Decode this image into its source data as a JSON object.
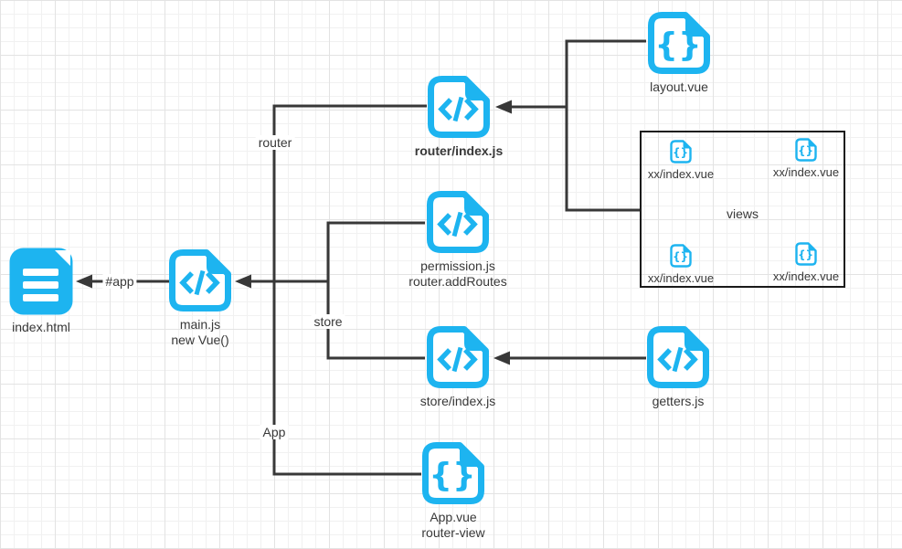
{
  "colors": {
    "accent": "#1db4f0",
    "wire": "#383838",
    "views_border": "#1a1a1a",
    "text": "#383838",
    "canvas_bg": "#ffffff"
  },
  "nodes": {
    "index_html": {
      "label": "index.html",
      "icon": "html-file-icon"
    },
    "main_js": {
      "line1": "main.js",
      "line2": "new Vue()",
      "icon": "code-file-icon"
    },
    "router_index": {
      "label": "router/index.js",
      "icon": "code-file-icon"
    },
    "layout_vue": {
      "label": "layout.vue",
      "icon": "vue-file-icon"
    },
    "permission": {
      "line1": "permission.js",
      "line2": "router.addRoutes",
      "icon": "code-file-icon"
    },
    "store_index": {
      "label": "store/index.js",
      "icon": "code-file-icon"
    },
    "getters": {
      "label": "getters.js",
      "icon": "code-file-icon"
    },
    "app_vue": {
      "line1": "App.vue",
      "line2": "router-view",
      "icon": "vue-file-icon"
    }
  },
  "views_box": {
    "title": "views",
    "items": [
      {
        "label": "xx/index.vue",
        "icon": "vue-file-icon-small"
      },
      {
        "label": "xx/index.vue",
        "icon": "vue-file-icon-small"
      },
      {
        "label": "xx/index.vue",
        "icon": "vue-file-icon-small"
      },
      {
        "label": "xx/index.vue",
        "icon": "vue-file-icon-small"
      }
    ]
  },
  "edge_labels": {
    "hash_app": "#app",
    "router": "router",
    "store": "store",
    "app": "App"
  }
}
